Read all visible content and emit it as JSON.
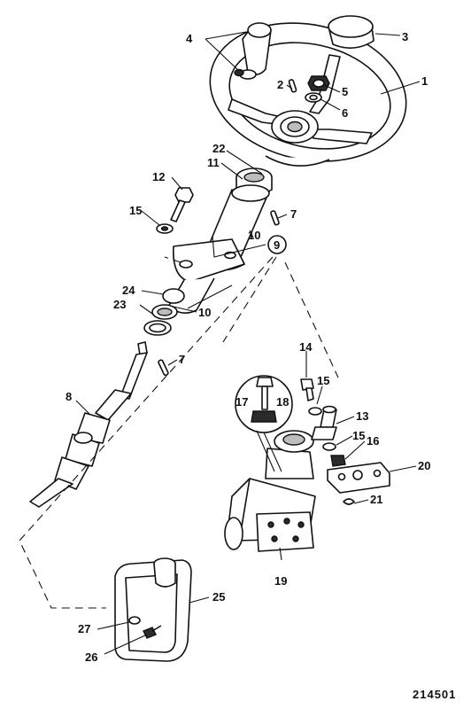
{
  "callouts": {
    "c1": "1",
    "c2": "2",
    "c3": "3",
    "c4": "4",
    "c5": "5",
    "c6": "6",
    "c7a": "7",
    "c7b": "7",
    "c8": "8",
    "c9": "9",
    "c10a": "10",
    "c10b": "10",
    "c11": "11",
    "c12": "12",
    "c13": "13",
    "c14": "14",
    "c15a": "15",
    "c15b": "15",
    "c15c": "15",
    "c16": "16",
    "c17": "17",
    "c18": "18",
    "c19": "19",
    "c20": "20",
    "c21": "21",
    "c22": "22",
    "c23": "23",
    "c24": "24",
    "c25": "25",
    "c26": "26",
    "c27": "27"
  },
  "reference_number": "214501"
}
